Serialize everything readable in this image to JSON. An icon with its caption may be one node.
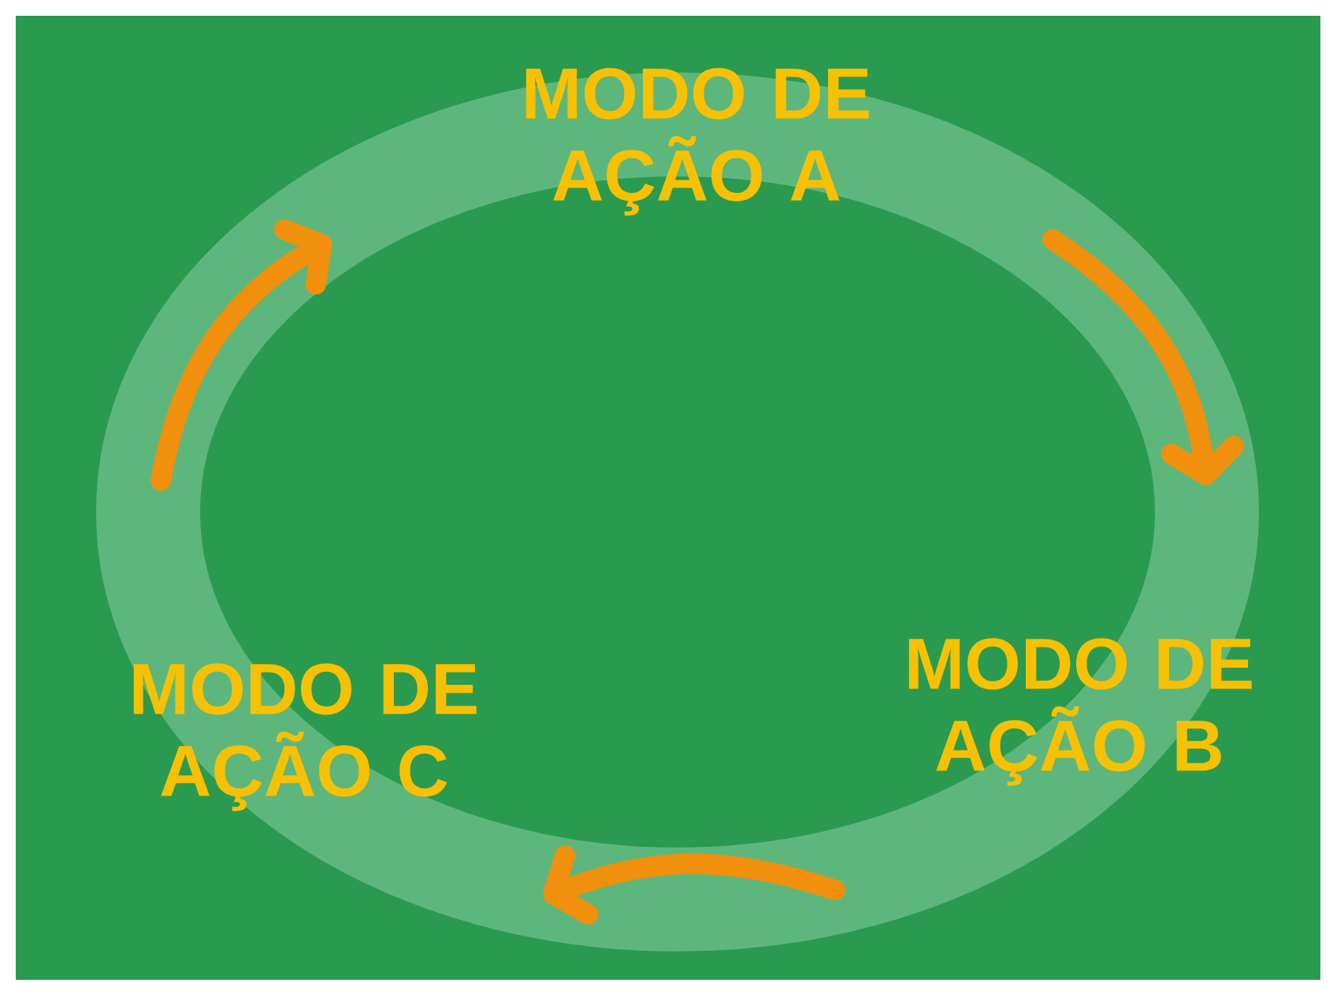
{
  "diagram": {
    "nodes": [
      {
        "text": [
          "MODO DE AÇÃO A"
        ]
      },
      {
        "text": [
          "MODO DE AÇÃO B"
        ]
      },
      {
        "text": [
          "MODO DE AÇÃO C"
        ]
      }
    ]
  }
}
